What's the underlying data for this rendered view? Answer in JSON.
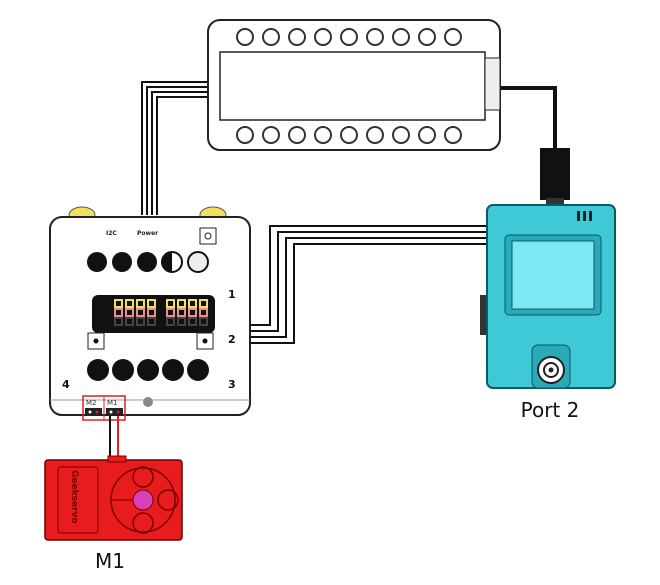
{
  "labels": {
    "controller_port": "Port 2",
    "motor": "M1"
  },
  "adapter_board": {
    "i2c": "I2C",
    "power": "Power",
    "ports": [
      "1",
      "2",
      "3",
      "4"
    ],
    "motor_header_left": "M2",
    "motor_header_right": "M1"
  },
  "motor_brand": "Geekservo",
  "colors": {
    "controller": "#3fc9d6",
    "motor": "#e81c1c",
    "motor_hub": "#d83fb8",
    "header_outline": "#e02020",
    "bumper": "#f0e060"
  }
}
